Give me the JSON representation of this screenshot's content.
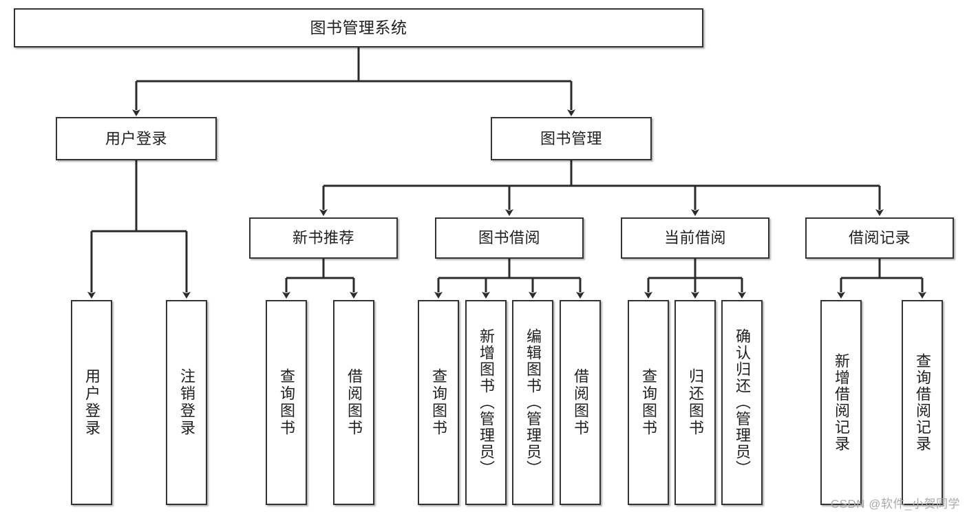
{
  "diagram": {
    "type": "tree-hierarchy",
    "title": "图书管理系统",
    "colors": {
      "box_border": "#333333",
      "box_fill": "#ffffff",
      "connector": "#333333",
      "text": "#1f1f1f",
      "watermark": "#a9a9a9",
      "background": "#ffffff"
    },
    "root": {
      "label": "图书管理系统"
    },
    "level1": [
      {
        "label": "用户登录"
      },
      {
        "label": "图书管理"
      }
    ],
    "level2": [
      {
        "label": "新书推荐"
      },
      {
        "label": "图书借阅"
      },
      {
        "label": "当前借阅"
      },
      {
        "label": "借阅记录"
      }
    ],
    "leaves": {
      "user_login": [
        {
          "label": "用户登录"
        },
        {
          "label": "注销登录"
        }
      ],
      "new_book": [
        {
          "label": "查询图书"
        },
        {
          "label": "借阅图书"
        }
      ],
      "book_borrow": [
        {
          "label": "查询图书"
        },
        {
          "label": "新增图书（管理员）"
        },
        {
          "label": "编辑图书（管理员）"
        },
        {
          "label": "借阅图书"
        }
      ],
      "current_borrow": [
        {
          "label": "查询图书"
        },
        {
          "label": "归还图书"
        },
        {
          "label": "确认归还（管理员）"
        }
      ],
      "borrow_record": [
        {
          "label": "新增借阅记录"
        },
        {
          "label": "查询借阅记录"
        }
      ]
    }
  },
  "watermark": {
    "text": "CSDN @软件_小贺同学"
  }
}
